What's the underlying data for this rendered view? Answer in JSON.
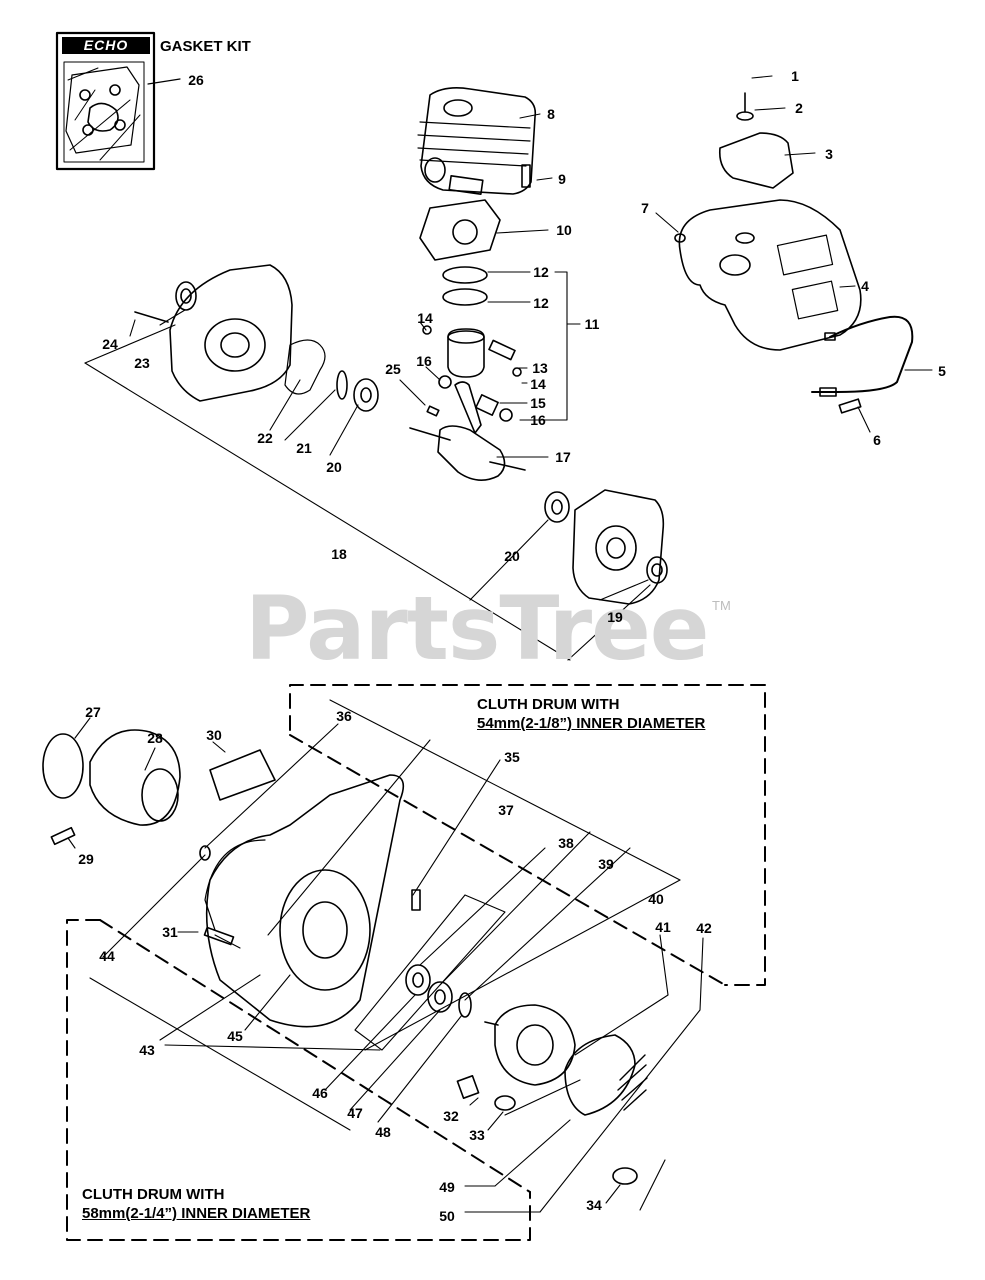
{
  "brand": "ECHO",
  "gasket_kit_label": "GASKET KIT",
  "watermark": "PartsTree",
  "watermark_tm": "TM",
  "clutch_54_line1": "CLUTH DRUM WITH",
  "clutch_54_line2": "54mm(2-1/8”) INNER DIAMETER",
  "clutch_58_line1": "CLUTH DRUM WITH",
  "clutch_58_line2": "58mm(2-1/4”) INNER DIAMETER",
  "callouts": {
    "c1": "1",
    "c2": "2",
    "c3": "3",
    "c4": "4",
    "c5": "5",
    "c6": "6",
    "c7": "7",
    "c8": "8",
    "c9": "9",
    "c10": "10",
    "c11": "11",
    "c12a": "12",
    "c12b": "12",
    "c13": "13",
    "c14a": "14",
    "c14b": "14",
    "c15": "15",
    "c16a": "16",
    "c16b": "16",
    "c17": "17",
    "c18": "18",
    "c19": "19",
    "c20a": "20",
    "c20b": "20",
    "c21": "21",
    "c22": "22",
    "c23": "23",
    "c24": "24",
    "c25": "25",
    "c26": "26",
    "c27": "27",
    "c28": "28",
    "c29": "29",
    "c30": "30",
    "c31": "31",
    "c32": "32",
    "c33": "33",
    "c34": "34",
    "c35": "35",
    "c36": "36",
    "c37": "37",
    "c38": "38",
    "c39": "39",
    "c40": "40",
    "c41": "41",
    "c42": "42",
    "c43": "43",
    "c44": "44",
    "c45": "45",
    "c46": "46",
    "c47": "47",
    "c48": "48",
    "c49": "49",
    "c50": "50"
  }
}
